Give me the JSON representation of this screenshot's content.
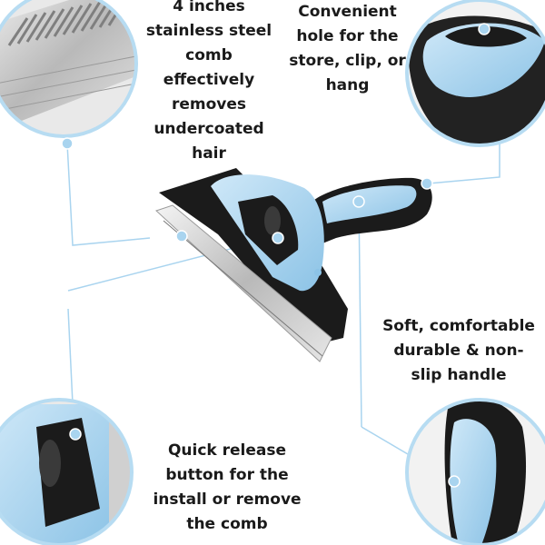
{
  "callouts": {
    "comb": {
      "lines": [
        "4 inches",
        "stainless steel",
        "comb",
        "effectively",
        "removes",
        "undercoated",
        "hair"
      ]
    },
    "hole": {
      "lines": [
        "Convenient",
        "hole for the",
        "store, clip, or",
        "hang"
      ]
    },
    "handle": {
      "lines": [
        "Soft, comfortable",
        "durable & non-",
        "slip handle"
      ]
    },
    "button": {
      "lines": [
        "Quick  release",
        "button for the",
        "install or remove",
        "the comb"
      ]
    }
  },
  "colors": {
    "accent_blue": "#a9d4ef",
    "callout_ring": "#b7dcf2",
    "leader_line": "#a9d4ef",
    "handle_black": "#1b1b1b",
    "steel": "#c9c9c9",
    "text": "#1a1a1a"
  }
}
